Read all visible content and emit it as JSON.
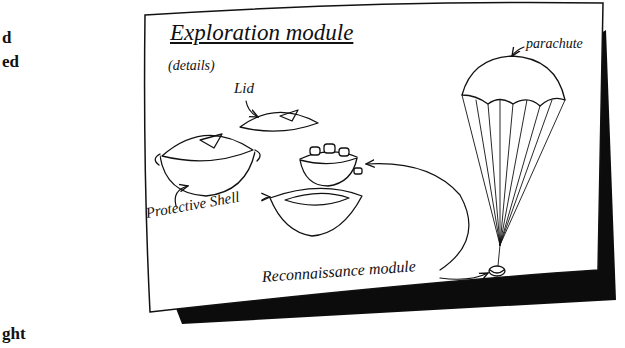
{
  "diagram": {
    "title": "Exploration module",
    "labels": [
      "(details)",
      "Lid",
      "parachute",
      "Protective Shell",
      "Reconnaissance module",
      "d",
      "ed",
      "ght"
    ]
  }
}
